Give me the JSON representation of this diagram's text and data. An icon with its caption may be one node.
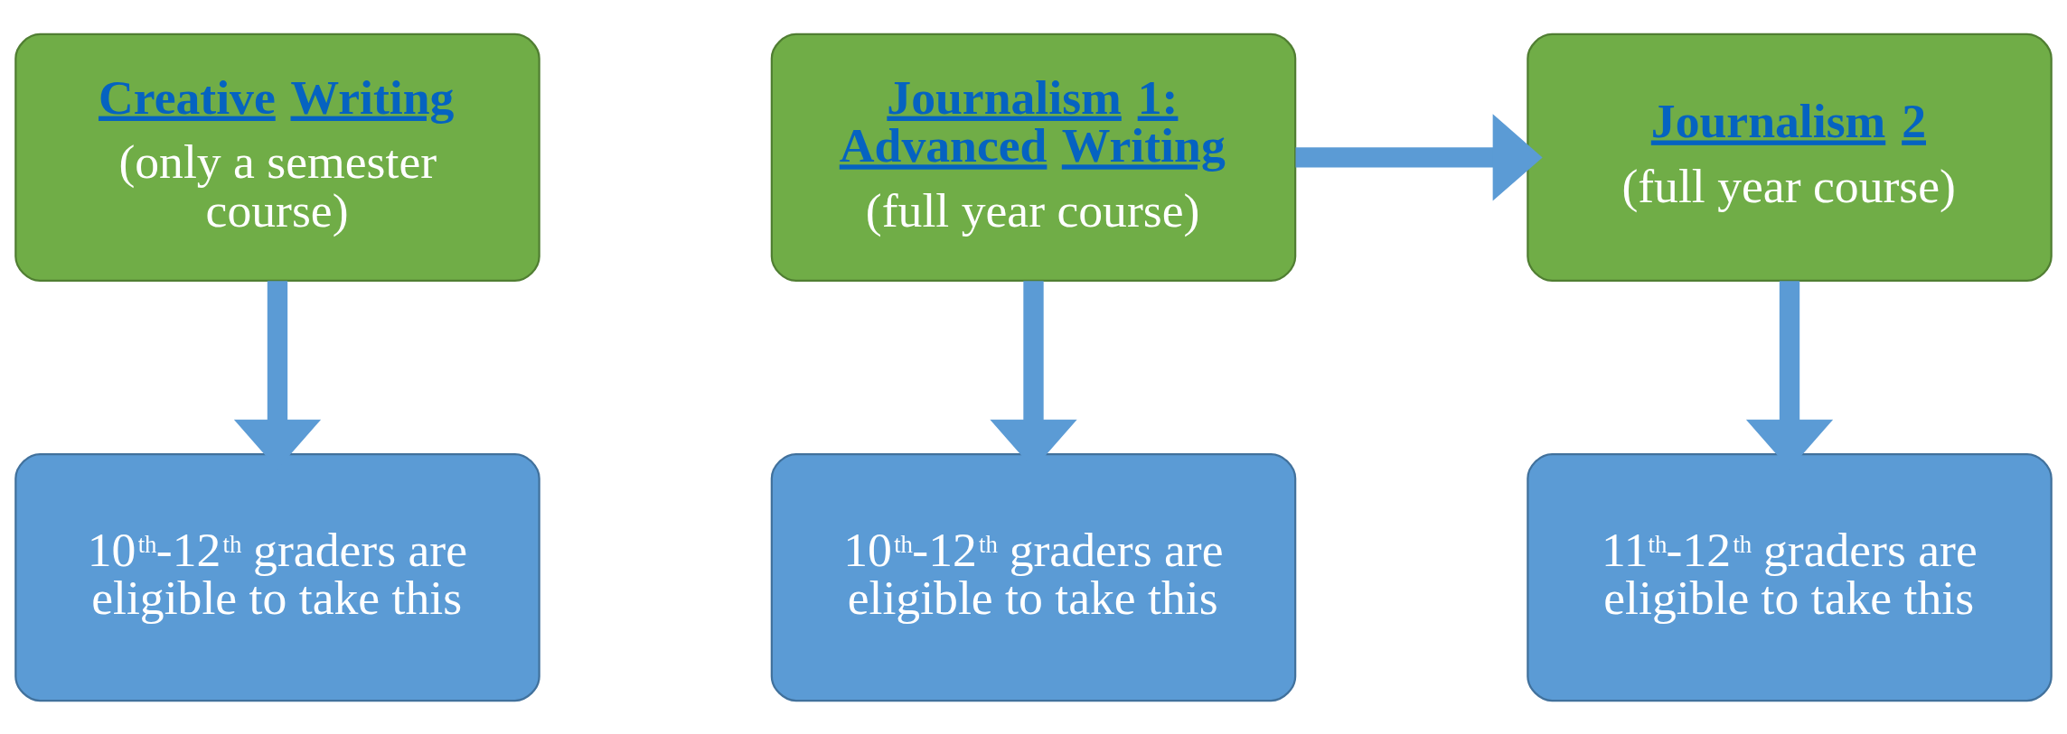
{
  "diagram": {
    "nodes": [
      {
        "text": [
          "Creative Writing",
          "(only a semester course)"
        ]
      },
      {
        "text": [
          "Journalism 1: Advanced Writing",
          "(full year course)"
        ]
      },
      {
        "text": [
          "Journalism 2",
          "(full year course)"
        ]
      },
      {
        "text": [
          "10$^{th}$-12$^{th}$ graders are eligible to take this"
        ]
      },
      {
        "text": [
          "10$^{th}$-12$^{th}$ graders are eligible to take this"
        ]
      },
      {
        "text": [
          "11$^{th}$-12$^{th}$ graders are eligible to take this"
        ]
      }
    ],
    "edges": [
      {
        "from": 1,
        "to": 2,
        "arrow": "to"
      },
      {
        "from": 0,
        "to": 3,
        "arrow": "to"
      },
      {
        "from": 1,
        "to": 4,
        "arrow": "to"
      },
      {
        "from": 2,
        "to": 5,
        "arrow": "to"
      }
    ]
  }
}
